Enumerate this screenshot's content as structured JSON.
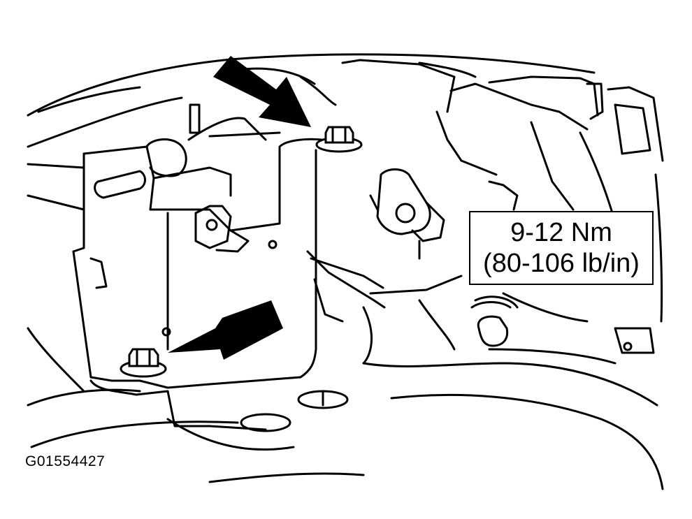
{
  "torque_spec": {
    "metric": "9-12 Nm",
    "imperial": "(80-106 lb/in)"
  },
  "figure_id": "G01554427",
  "colors": {
    "line": "#000000",
    "background": "#ffffff"
  }
}
